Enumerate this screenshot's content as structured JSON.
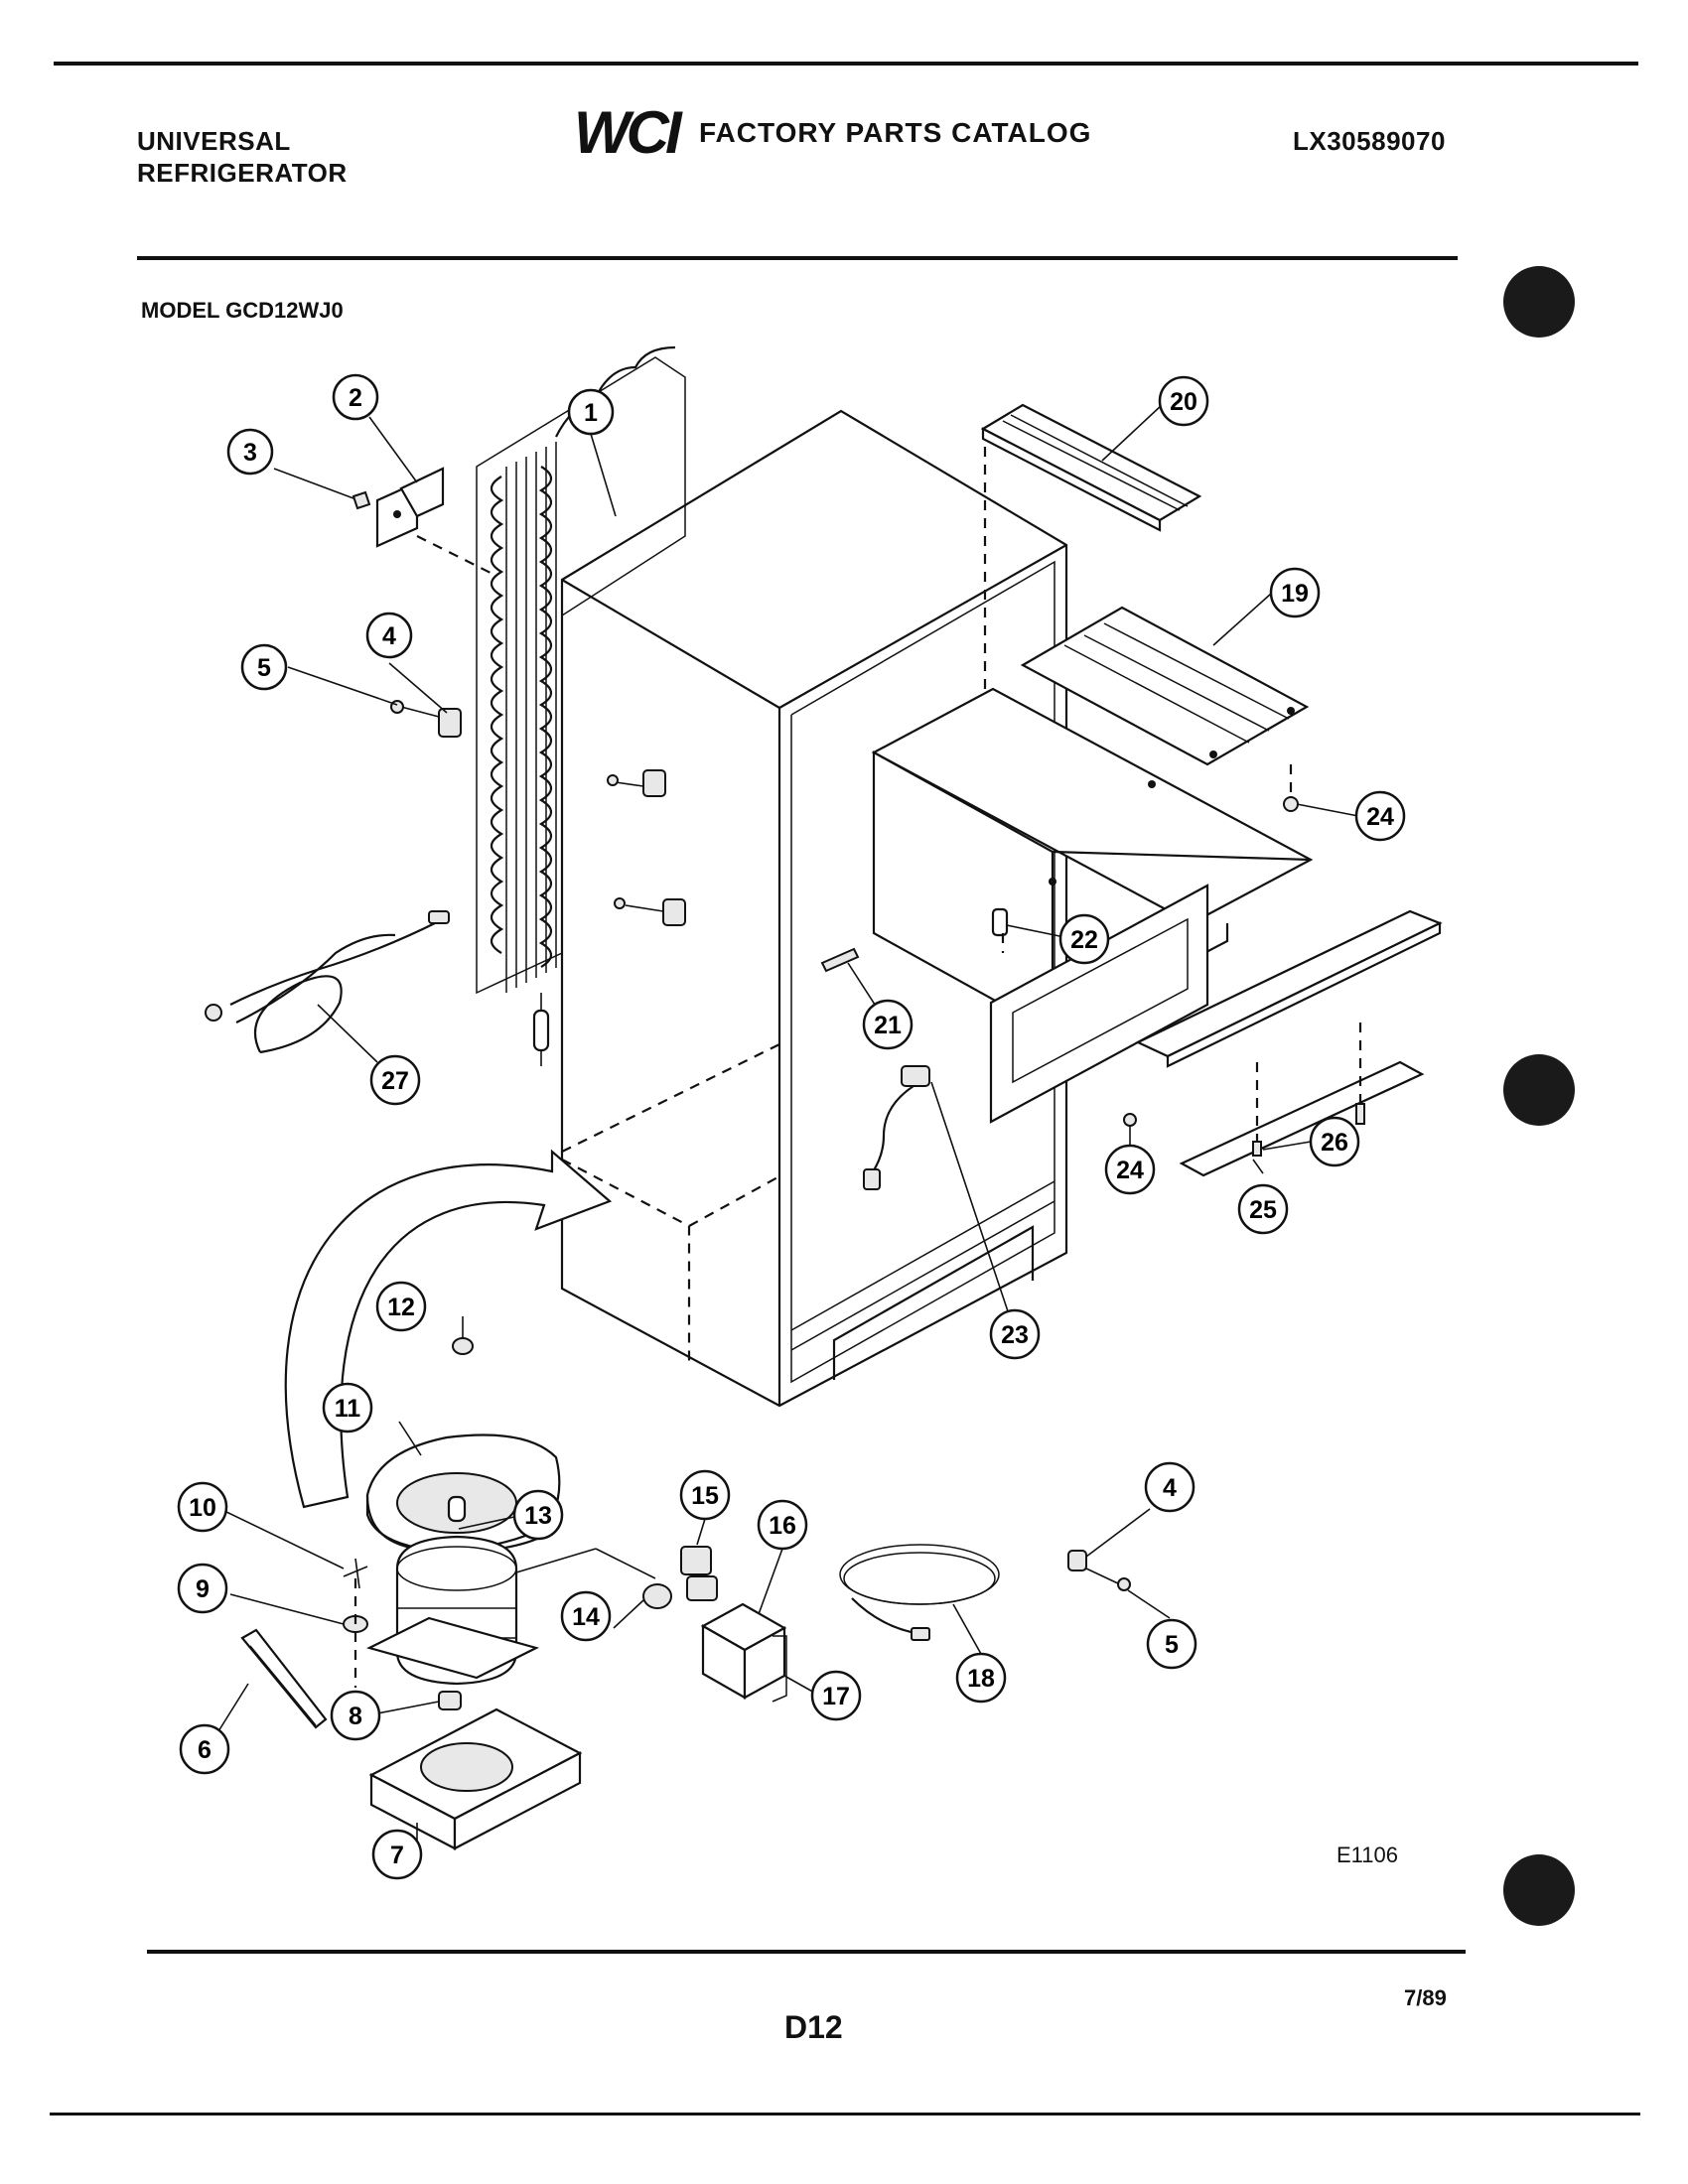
{
  "header": {
    "left_line1": "UNIVERSAL",
    "left_line2": "REFRIGERATOR",
    "logo": "WCI",
    "title": "FACTORY PARTS CATALOG",
    "catalog_number": "LX30589070"
  },
  "model": "MODEL GCD12WJ0",
  "callouts": [
    "1",
    "2",
    "3",
    "4",
    "5",
    "27",
    "20",
    "19",
    "24",
    "22",
    "21",
    "24",
    "26",
    "25",
    "23",
    "12",
    "11",
    "10",
    "13",
    "15",
    "16",
    "9",
    "14",
    "4",
    "5",
    "6",
    "8",
    "17",
    "18",
    "7"
  ],
  "figure_id": "E1106",
  "footer": {
    "page": "D12",
    "date": "7/89"
  }
}
